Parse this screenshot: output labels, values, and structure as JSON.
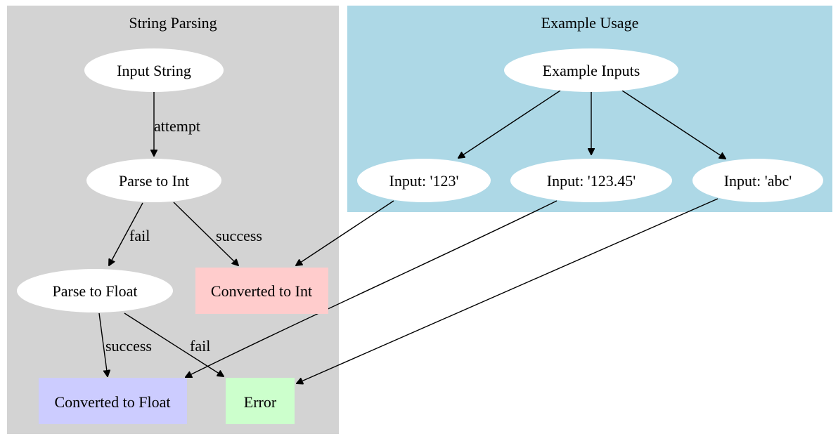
{
  "clusters": {
    "parsing": {
      "label": "String Parsing",
      "fill": "#d3d3d3"
    },
    "examples": {
      "label": "Example Usage",
      "fill": "#add8e6"
    }
  },
  "nodes": {
    "input_string": {
      "label": "Input String",
      "shape": "ellipse",
      "fill": "#ffffff"
    },
    "parse_int": {
      "label": "Parse to Int",
      "shape": "ellipse",
      "fill": "#ffffff"
    },
    "parse_float": {
      "label": "Parse to Float",
      "shape": "ellipse",
      "fill": "#ffffff"
    },
    "converted_int": {
      "label": "Converted to Int",
      "shape": "box",
      "fill": "#ffcccc"
    },
    "converted_float": {
      "label": "Converted to Float",
      "shape": "box",
      "fill": "#ccccff"
    },
    "error": {
      "label": "Error",
      "shape": "box",
      "fill": "#ccffcc"
    },
    "example_inputs": {
      "label": "Example Inputs",
      "shape": "ellipse",
      "fill": "#ffffff"
    },
    "input_123": {
      "label": "Input: '123'",
      "shape": "ellipse",
      "fill": "#ffffff"
    },
    "input_12345": {
      "label": "Input: '123.45'",
      "shape": "ellipse",
      "fill": "#ffffff"
    },
    "input_abc": {
      "label": "Input: 'abc'",
      "shape": "ellipse",
      "fill": "#ffffff"
    }
  },
  "edges": [
    {
      "from": "input_string",
      "to": "parse_int",
      "label": "attempt"
    },
    {
      "from": "parse_int",
      "to": "parse_float",
      "label": "fail"
    },
    {
      "from": "parse_int",
      "to": "converted_int",
      "label": "success"
    },
    {
      "from": "parse_float",
      "to": "converted_float",
      "label": "success"
    },
    {
      "from": "parse_float",
      "to": "error",
      "label": "fail"
    },
    {
      "from": "example_inputs",
      "to": "input_123",
      "label": ""
    },
    {
      "from": "example_inputs",
      "to": "input_12345",
      "label": ""
    },
    {
      "from": "example_inputs",
      "to": "input_abc",
      "label": ""
    },
    {
      "from": "input_123",
      "to": "converted_int",
      "label": ""
    },
    {
      "from": "input_12345",
      "to": "converted_float",
      "label": ""
    },
    {
      "from": "input_abc",
      "to": "error",
      "label": ""
    }
  ]
}
